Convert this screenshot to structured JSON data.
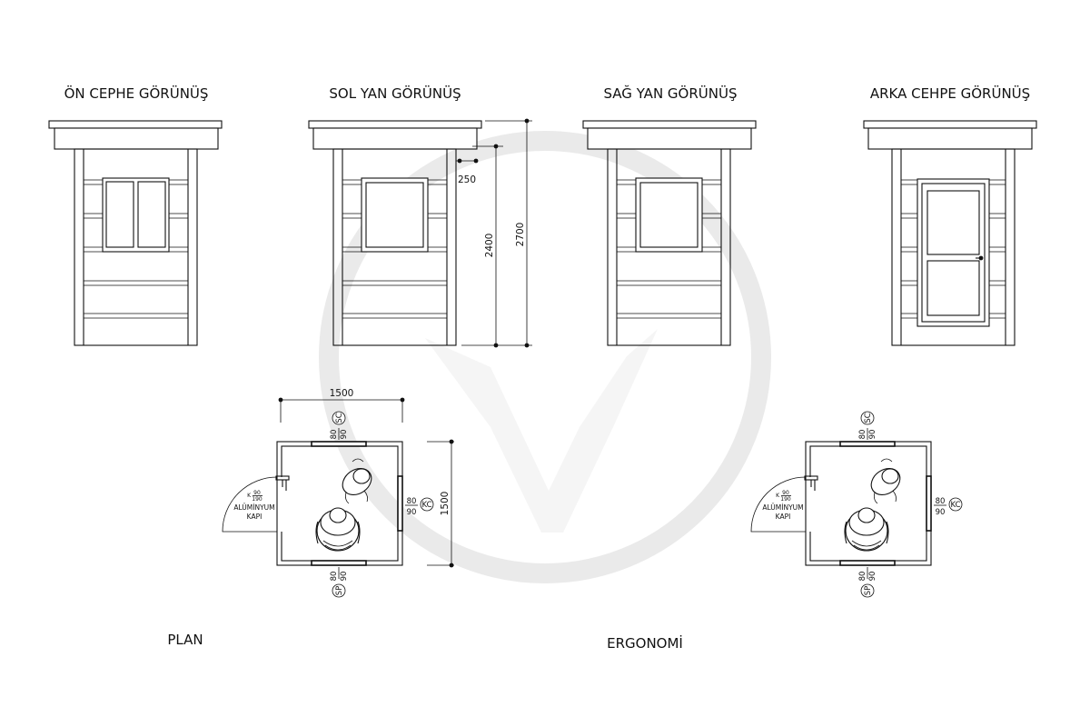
{
  "views": {
    "front": "ÖN CEPHE GÖRÜNÜŞ",
    "left": "SOL YAN GÖRÜNÜŞ",
    "right": "SAĞ YAN GÖRÜNÜŞ",
    "back": "ARKA CEHPE GÖRÜNÜŞ"
  },
  "dimensions": {
    "overhang": "250",
    "wall_height": "2400",
    "total_height": "2700",
    "plan_width": "1500",
    "plan_depth": "1500"
  },
  "plan": {
    "title": "PLAN",
    "door_code": "K",
    "door_size_top": "90",
    "door_size_bottom": "190",
    "door_type": "ALÜMİNYUM",
    "door_word": "KAPI",
    "window_top_tag": "SC",
    "window_right_tag": "KC",
    "window_bottom_tag": "SP",
    "window_width": "80",
    "window_height": "90"
  },
  "ergonomi": {
    "title": "ERGONOMİ",
    "door_code": "K",
    "door_size_top": "90",
    "door_size_bottom": "190",
    "door_type": "ALÜMİNYUM",
    "door_word": "KAPI",
    "window_top_tag": "SC",
    "window_right_tag": "KC",
    "window_bottom_tag": "SP",
    "window_width": "80",
    "window_height": "90"
  },
  "icons": [
    "brand-watermark",
    "person-standing-topview",
    "person-seated-chair-topview",
    "door-handle-icon"
  ]
}
